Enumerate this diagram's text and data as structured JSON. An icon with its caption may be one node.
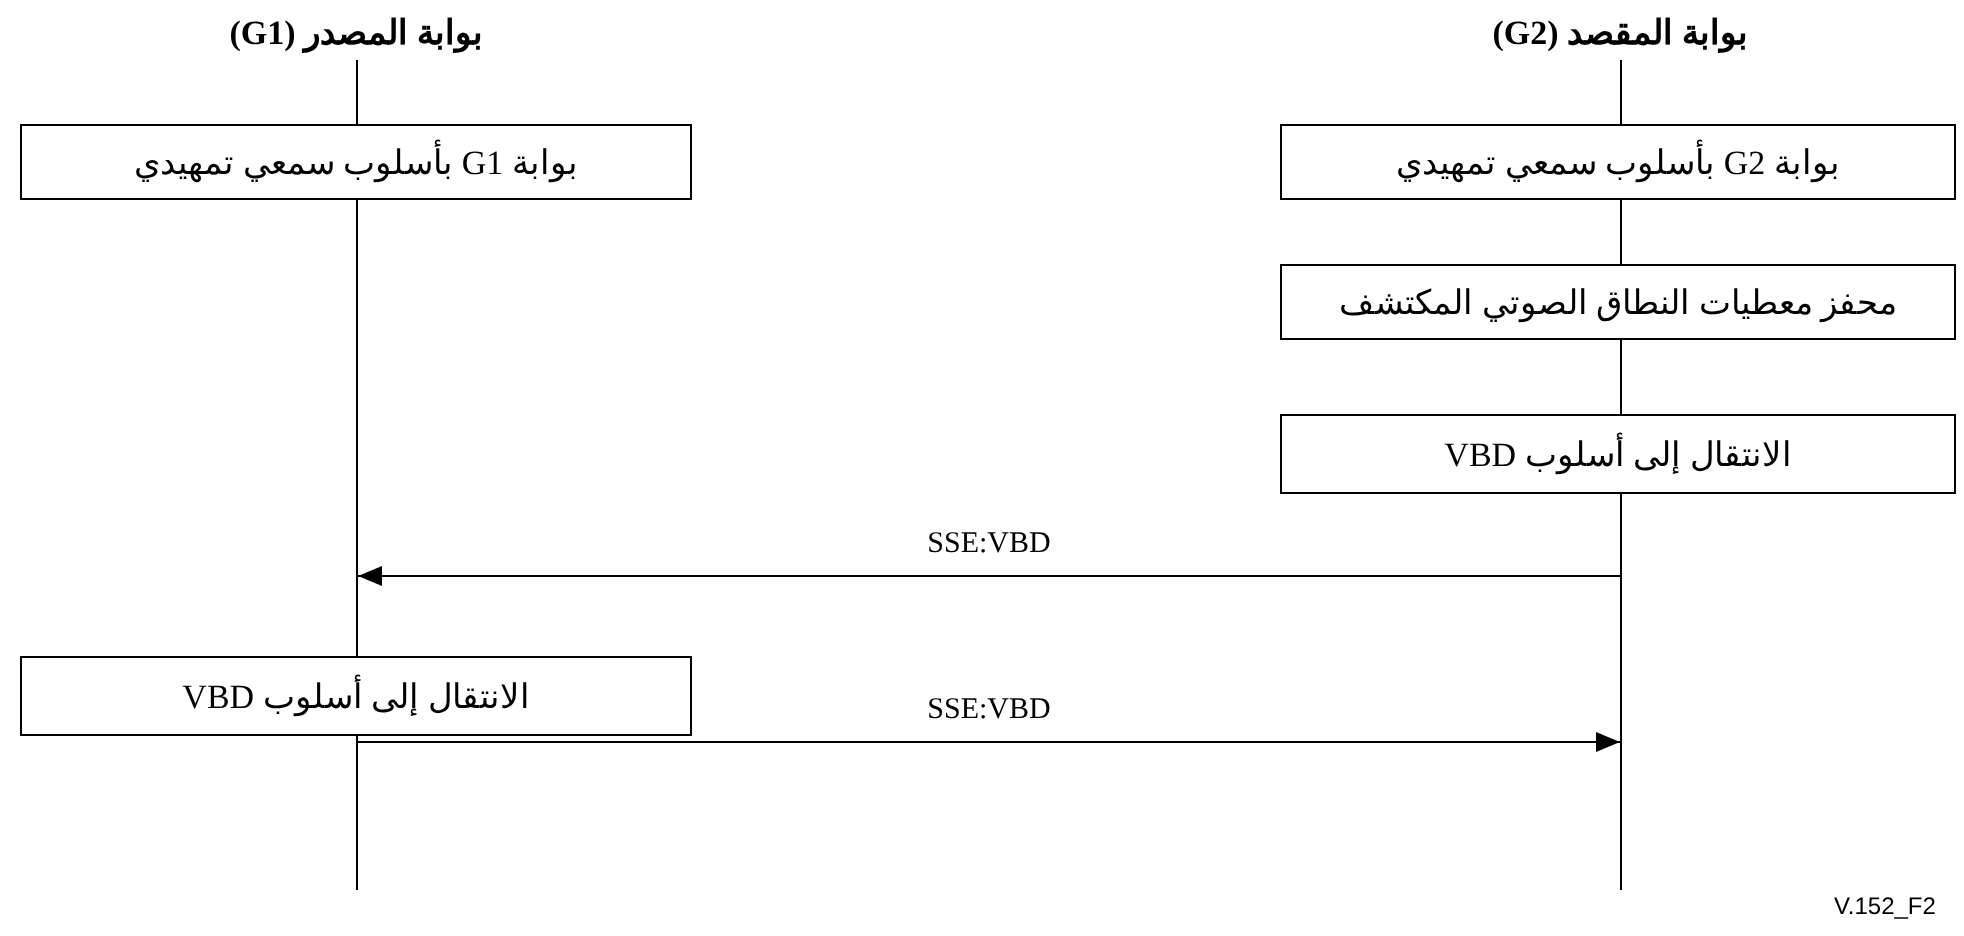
{
  "diagram": {
    "nodes": [
      {
        "text": [],
        "shape": "bar"
      },
      {
        "text": [],
        "shape": "bar"
      },
      {
        "text": [
          "بوابة G1 بأسلوب سمعي تمهيدي"
        ]
      },
      {
        "text": [
          "بوابة G2 بأسلوب سمعي تمهيدي"
        ]
      },
      {
        "text": [
          "محفز معطيات النطاق الصوتي المكتشف"
        ]
      },
      {
        "text": [
          "الانتقال إلى أسلوب VBD"
        ]
      },
      {
        "text": [
          "الانتقال إلى أسلوب VBD"
        ]
      }
    ],
    "edges": [
      {
        "from": 1,
        "to": 0,
        "arrow": "to",
        "label": "SSE:VBD"
      },
      {
        "from": 0,
        "to": 1,
        "arrow": "to",
        "label": "SSE:VBD"
      }
    ],
    "labels": [
      "بوابة المصدر (G1)",
      "بوابة المقصد (G2)",
      "V.152_F2"
    ]
  }
}
